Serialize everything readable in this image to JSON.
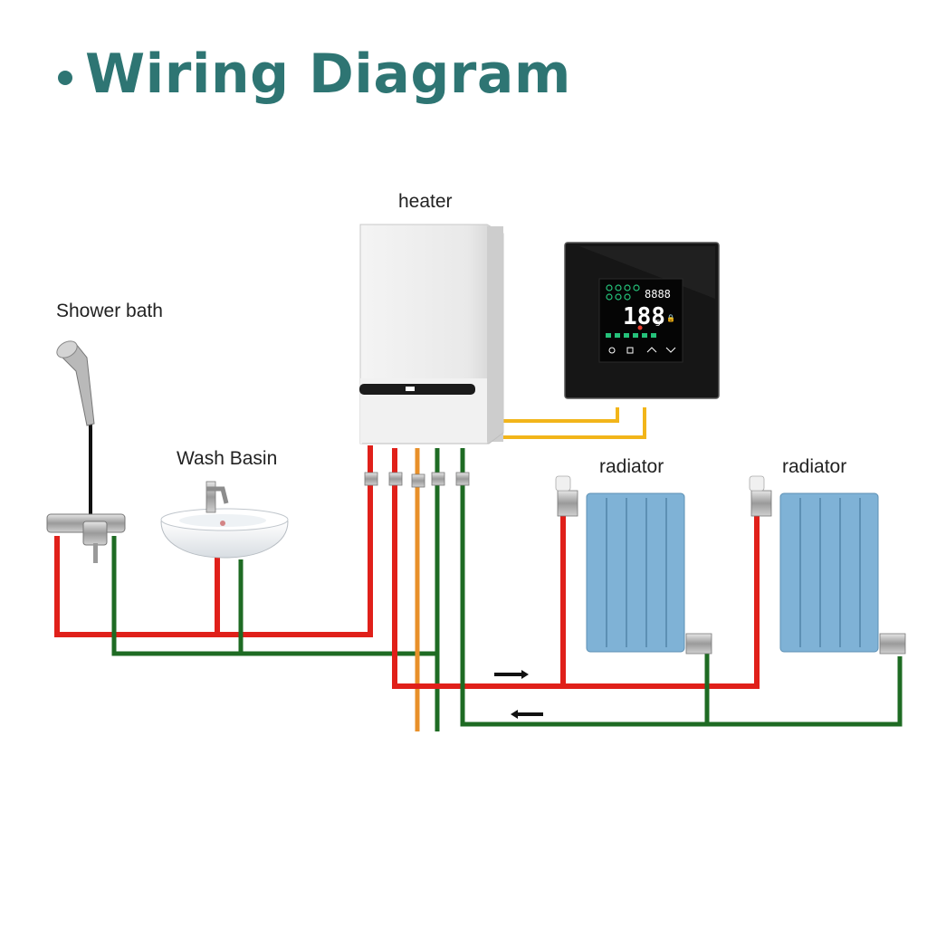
{
  "title": "Wiring Diagram",
  "labels": {
    "heater": "heater",
    "thermostat_screen_digits": "8888",
    "thermostat_screen_main": "188",
    "thermostat_screen_decimal": "5",
    "shower": "Shower bath",
    "basin": "Wash Basin",
    "radiator_1": "radiator",
    "radiator_2": "radiator"
  },
  "colors": {
    "title": "#2e7573",
    "hot_pipe": "#e0201a",
    "return_pipe": "#1e6b23",
    "gas_pipe": "#e8902a",
    "thermostat_wire": "#f2b51a",
    "radiator": "#7fb2d6",
    "thermostat_body": "#121212",
    "thermostat_display": "#ffffff",
    "thermostat_icons": "#25c27a"
  }
}
